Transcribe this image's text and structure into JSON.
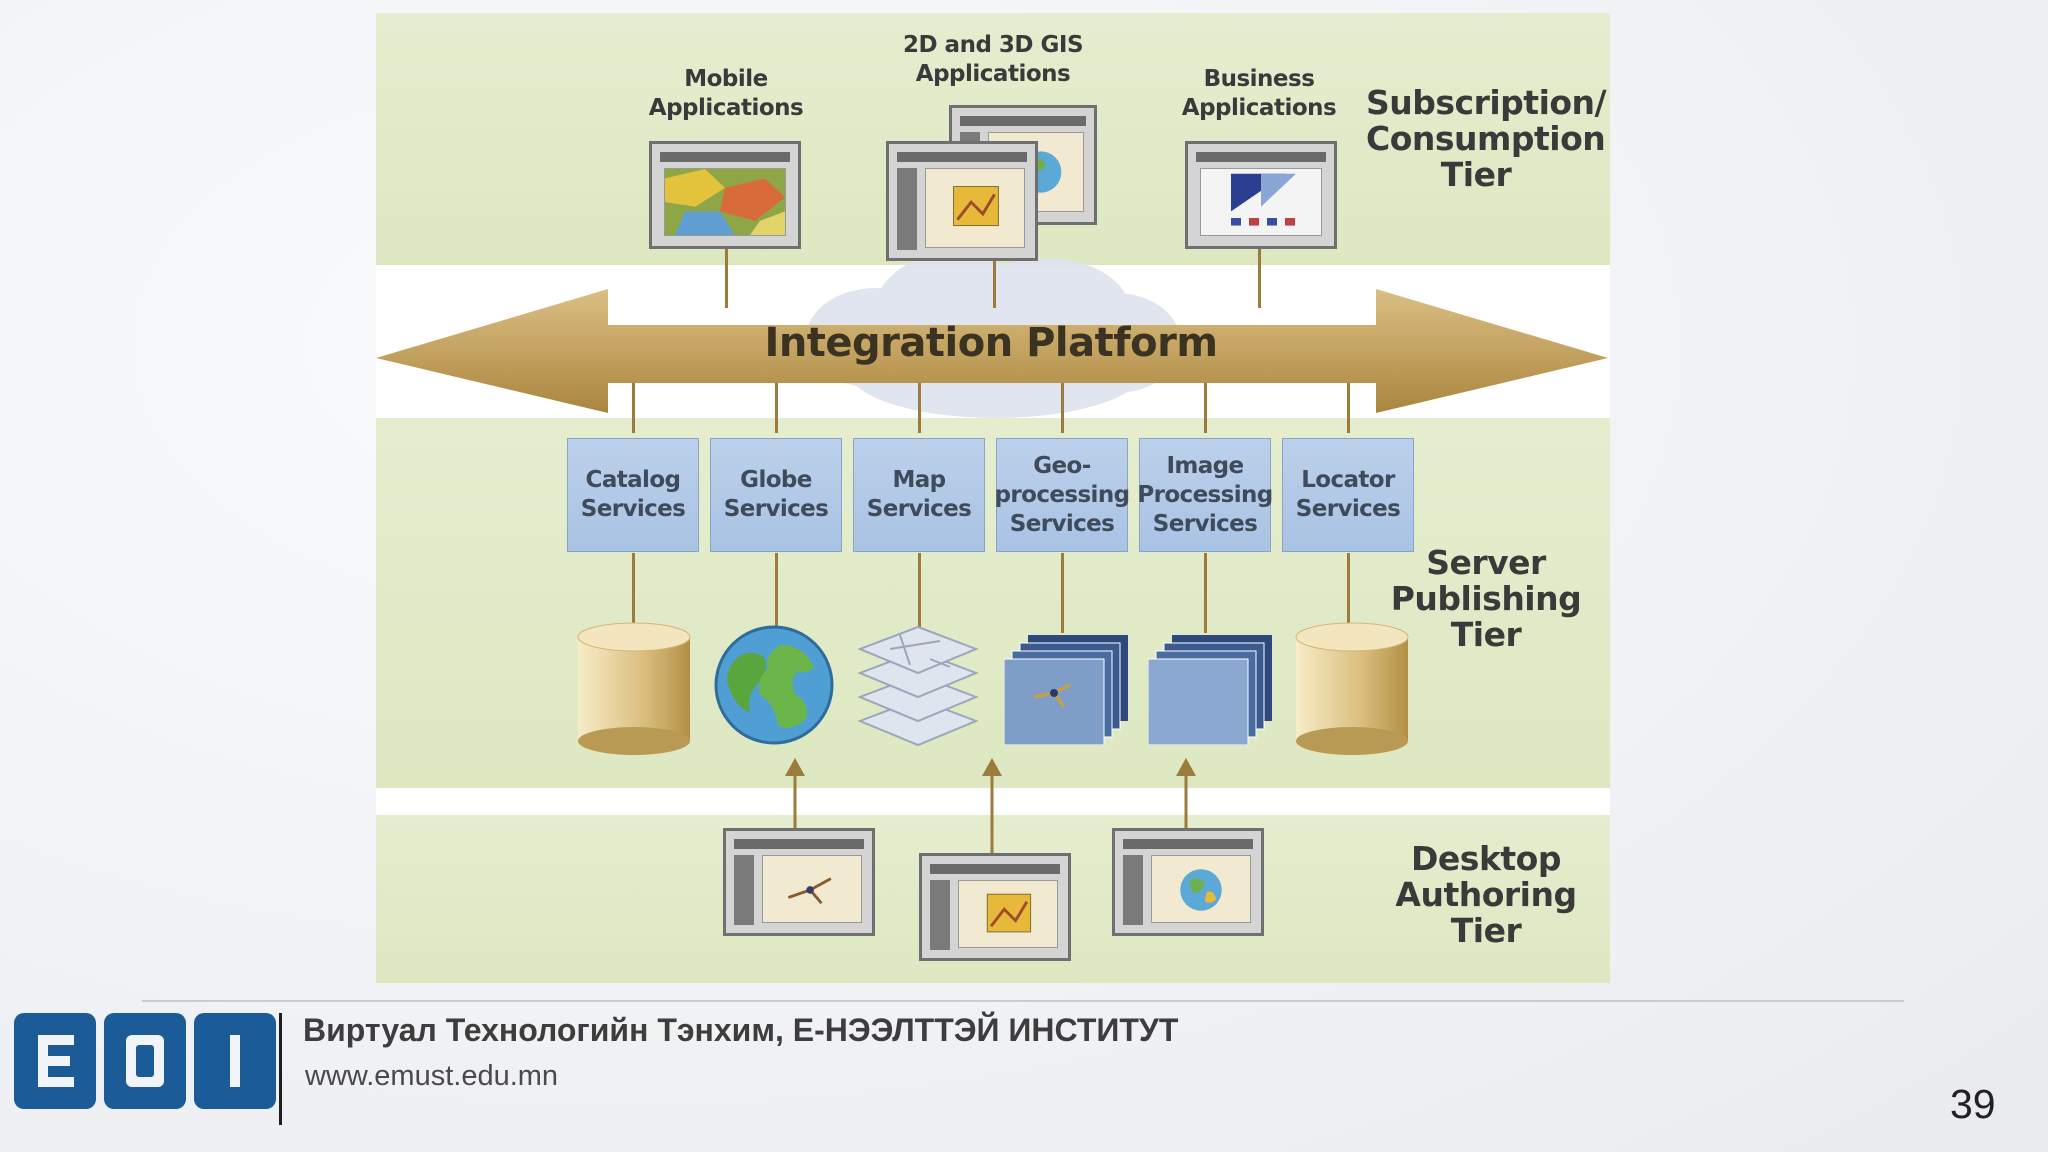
{
  "diagram": {
    "tiers": {
      "subscription": "Subscription/\nConsumption\nTier",
      "server": "Server\nPublishing\nTier",
      "desktop": "Desktop\nAuthoring\nTier"
    },
    "apps": {
      "mobile": "Mobile\nApplications",
      "gis": "2D and 3D GIS\nApplications",
      "business": "Business\nApplications"
    },
    "platform_label": "Integration Platform",
    "services": [
      {
        "label": "Catalog\nServices"
      },
      {
        "label": "Globe\nServices"
      },
      {
        "label": "Map\nServices"
      },
      {
        "label": "Geo-\nprocessing\nServices"
      },
      {
        "label": "Image\nProcessing\nServices"
      },
      {
        "label": "Locator\nServices"
      }
    ],
    "colors": {
      "tier_band": "#dde8c1",
      "arrow": "#c8a96a",
      "service_box": "#b3c9e7",
      "connector": "#9b7c3c"
    }
  },
  "footer": {
    "logo_letters": [
      "E",
      "O",
      "I"
    ],
    "logo_color": "#1a5b98",
    "institute": "Виртуал Технологийн Тэнхим, Е-НЭЭЛТТЭЙ ИНСТИТУТ",
    "website": "www.emust.edu.mn",
    "page_number": "39"
  }
}
